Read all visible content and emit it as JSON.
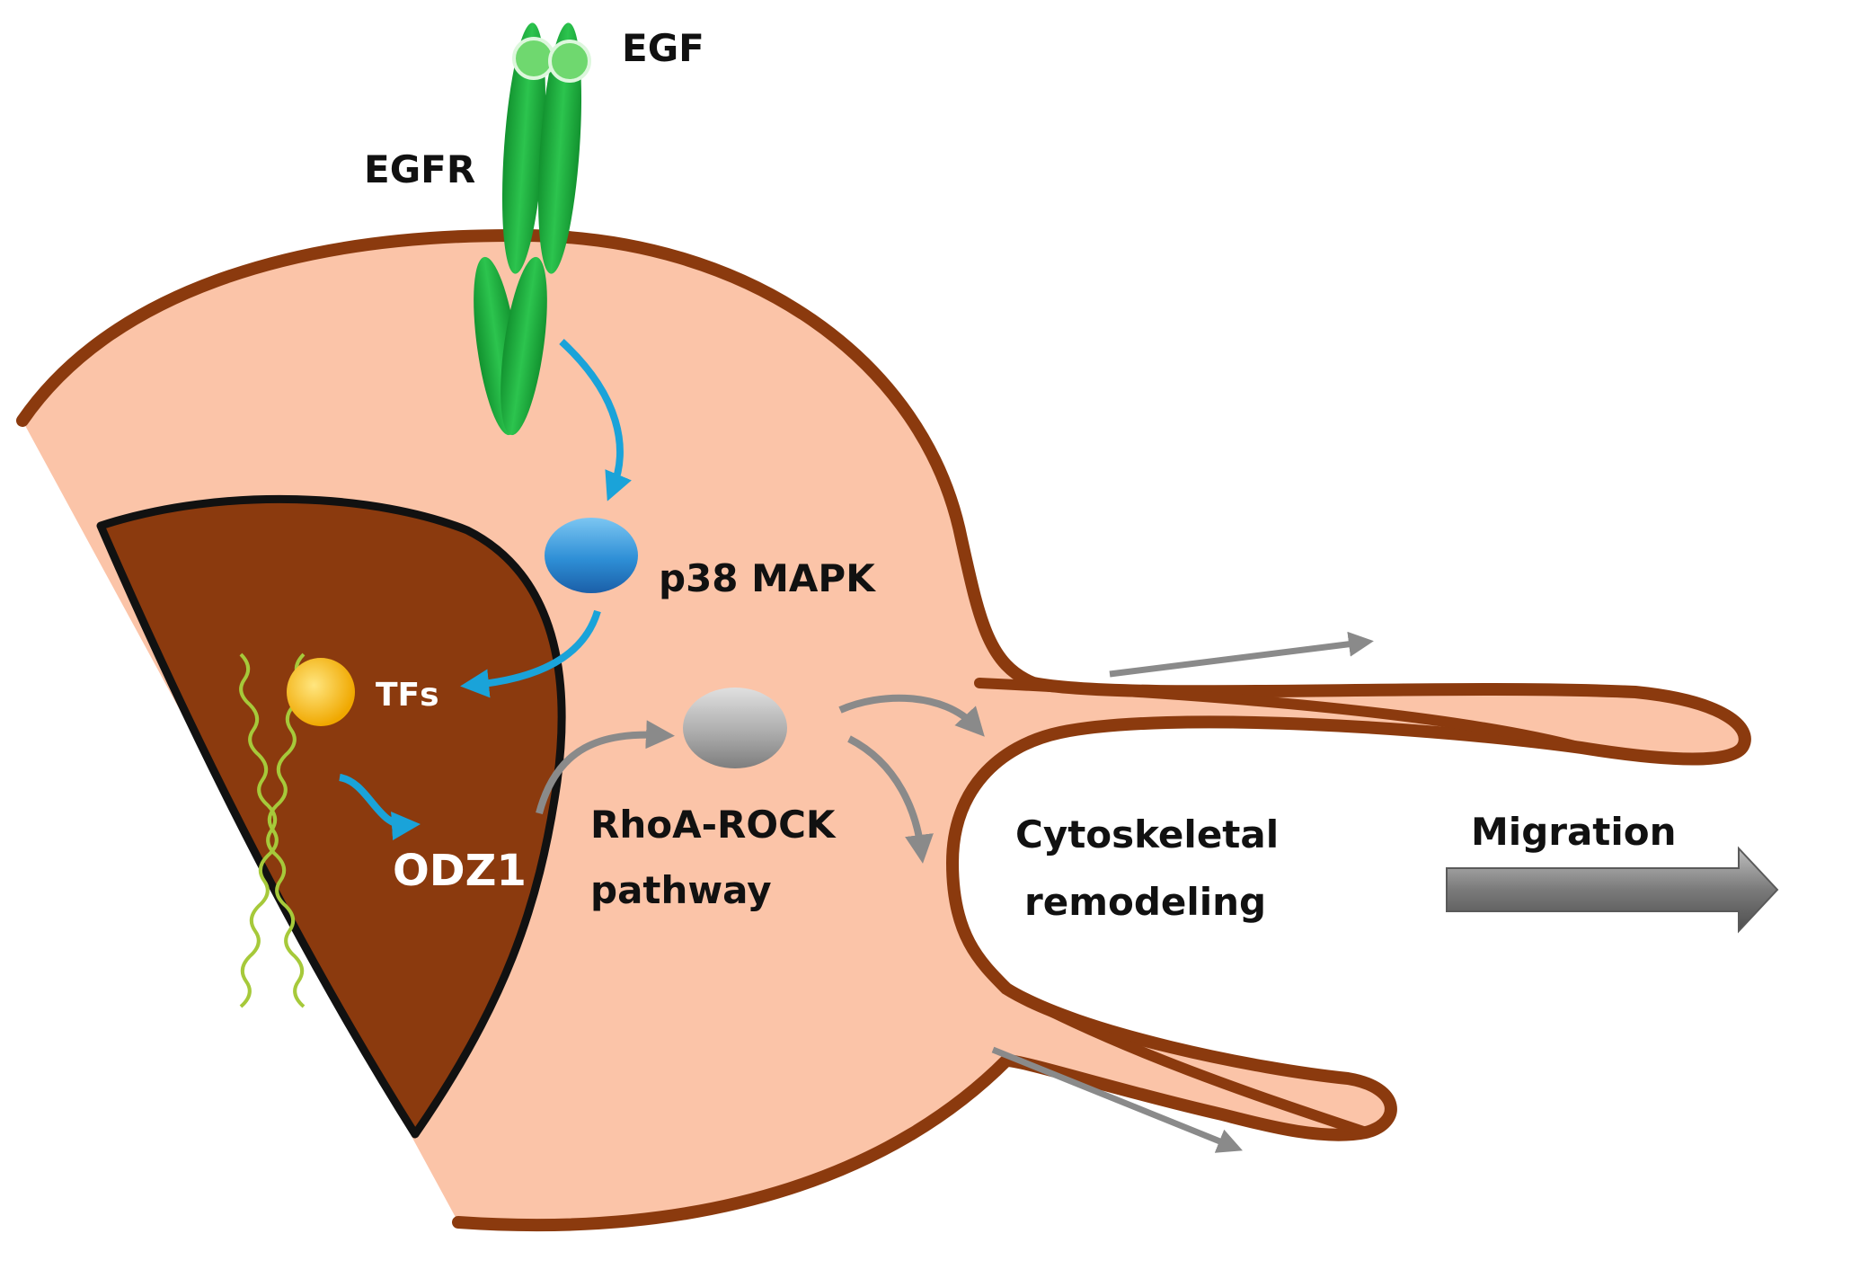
{
  "labels": {
    "egf": "EGF",
    "egfr": "EGFR",
    "p38": "p38 MAPK",
    "tfs": "TFs",
    "odz1": "ODZ1",
    "rhoa_line1": "RhoA-ROCK",
    "rhoa_line2": "pathway",
    "cyto_line1": "Cytoskeletal",
    "cyto_line2": "remodeling",
    "migration": "Migration"
  },
  "colors": {
    "cytoplasm": "#FBC4A8",
    "membrane": "#8B3A0E",
    "nucleus": "#8B3A0E",
    "nucleus_border": "#111111",
    "receptor": "#1DAA3C",
    "signal_arrow": "#1AA3D9",
    "p38": "#2E8FD6",
    "tf": "#F5B700",
    "dna": "#A6C93A",
    "rhoa": "#A8A8A8",
    "gray_arrow": "#8A8A8A"
  }
}
